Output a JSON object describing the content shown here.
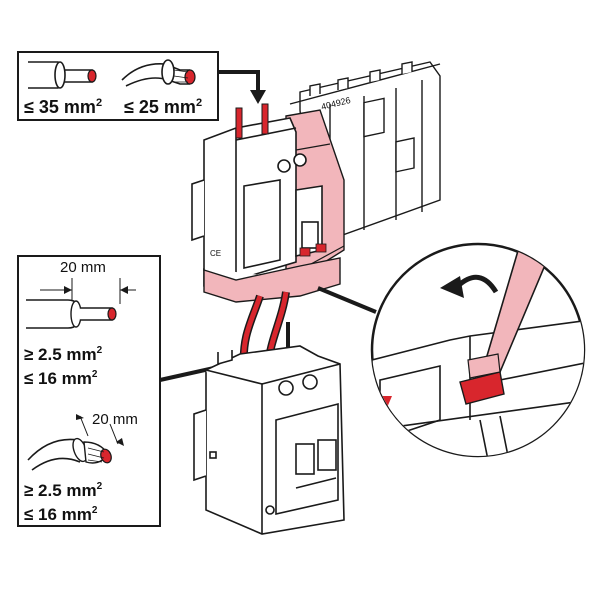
{
  "top_panel": {
    "solid_max_num": "≤ 35",
    "stranded_max_num": "≤ 25",
    "unit": "mm",
    "unit_sup": "2"
  },
  "module_mark": "404926",
  "strip_panel": {
    "strip_length_top": "20 mm",
    "strip_length_bottom": "20 mm",
    "solid_min": "≥ 2.5 mm",
    "solid_max": "≤ 16 mm",
    "stranded_min": "≥ 2.5 mm",
    "stranded_max": "≤ 16 mm",
    "unit_sup": "2"
  },
  "ce_mark": "CE",
  "colors": {
    "accent_red": "#d8262d",
    "highlight_pink": "#f2b6bb",
    "line": "#1a1a1a",
    "device_fill": "#ffffff"
  }
}
